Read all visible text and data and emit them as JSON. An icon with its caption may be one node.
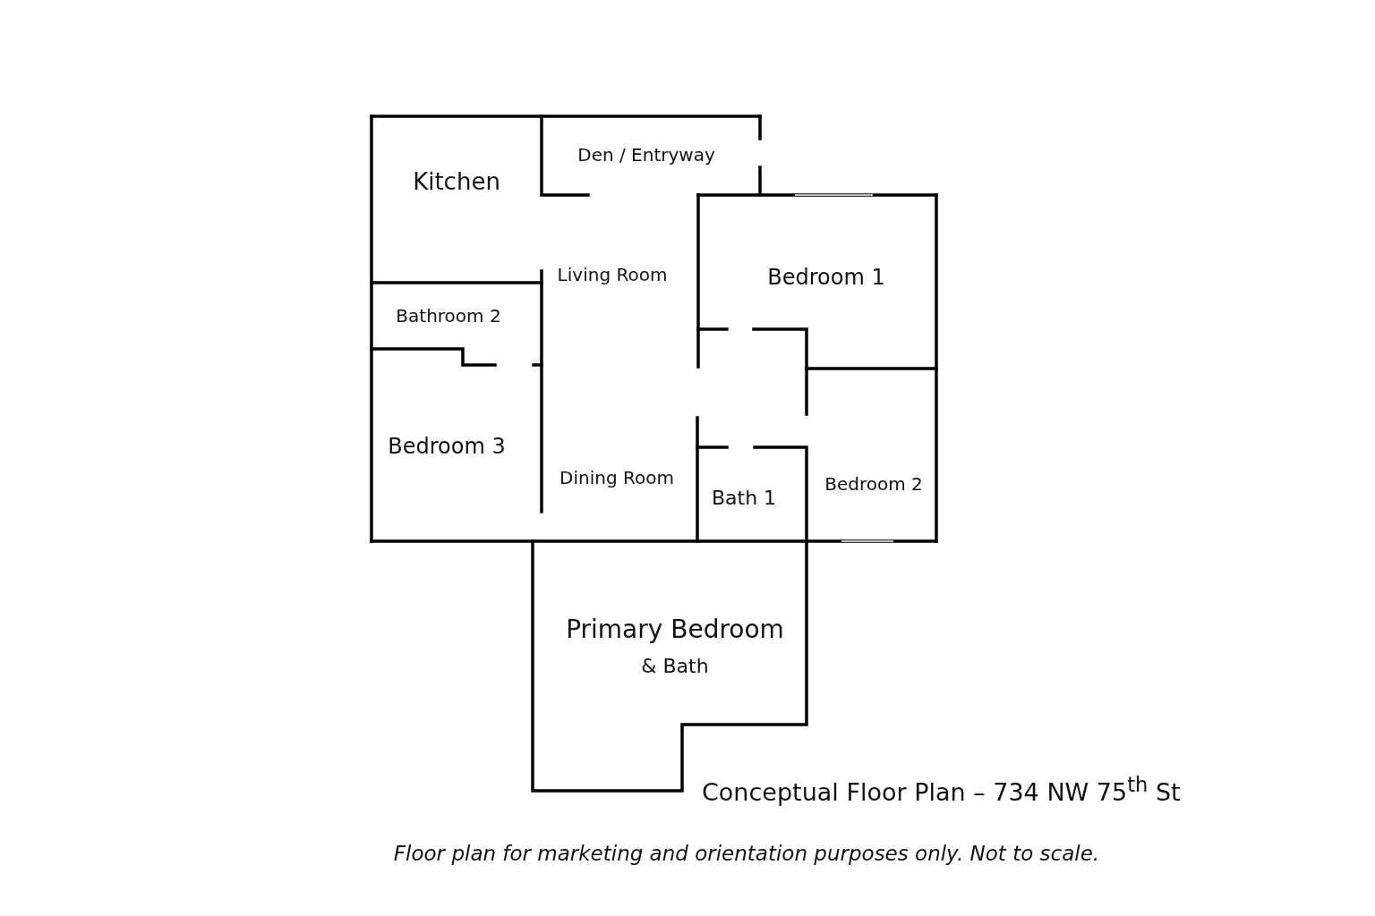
{
  "diagram": {
    "title": "Conceptual Floor Plan – 734 NW 75$^{th}$ St",
    "caption": "Floor plan for marketing and orientation purposes only. Not to scale.",
    "labels": [
      "Kitchen",
      "Den / Entryway",
      "Living Room",
      "Bedroom 1",
      "Bathroom 2",
      "Bedroom 3",
      "Dining Room",
      "Bath 1",
      "Bedroom 2",
      "Primary Bedroom",
      "& Bath"
    ]
  }
}
